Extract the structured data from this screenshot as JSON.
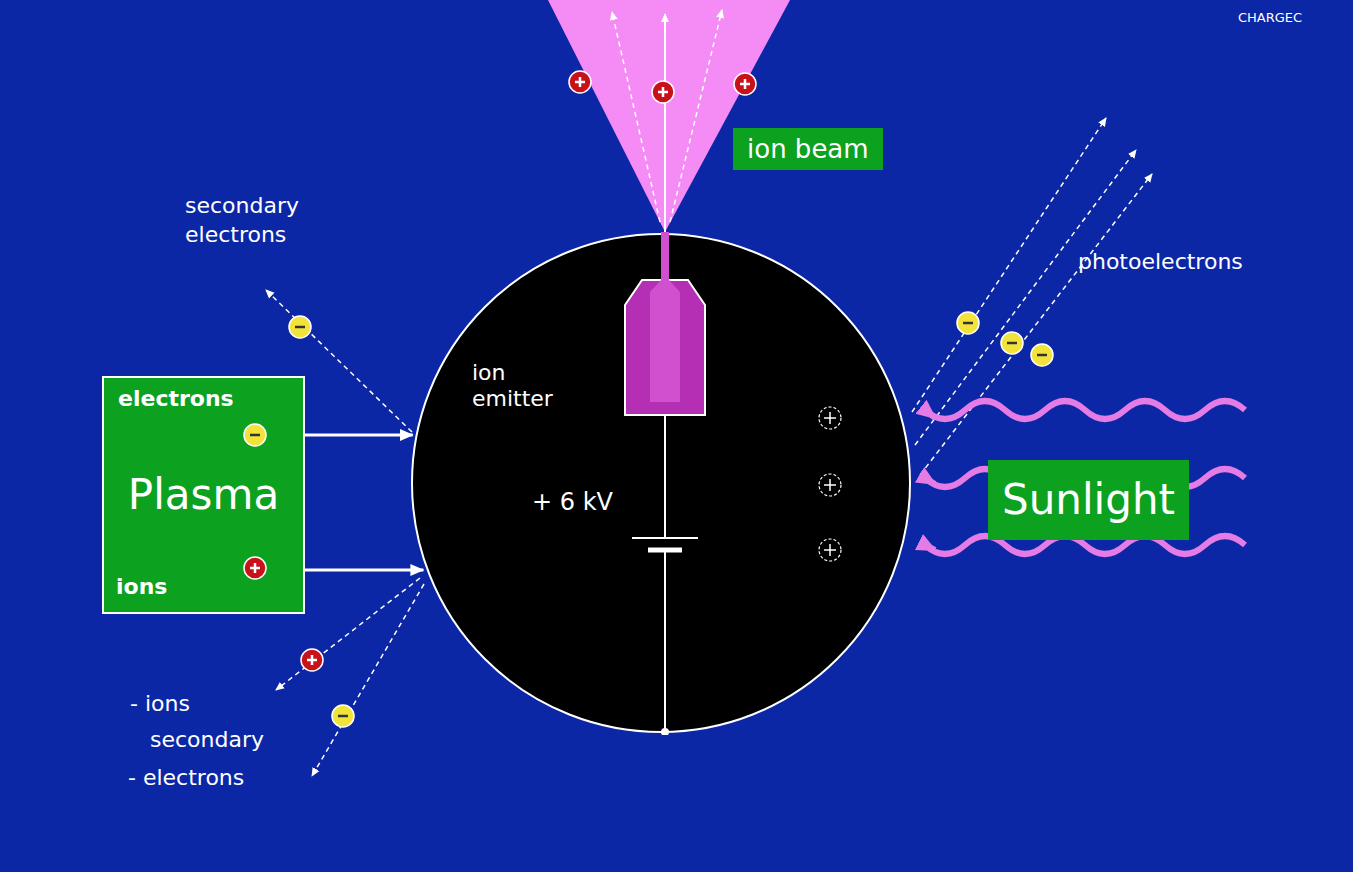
{
  "diagram": {
    "nodes": [
      {
        "text": [
          "ion beam"
        ]
      },
      {
        "text": [
          "electrons",
          "Plasma",
          "ions"
        ]
      },
      {
        "text": [
          "ion emitter",
          "+ 6 kV"
        ]
      },
      {
        "text": [
          "Sunlight"
        ]
      }
    ],
    "edges": [
      {
        "from": 1,
        "to": 2,
        "arrow": "to"
      },
      {
        "from": 1,
        "to": 2,
        "arrow": "to"
      }
    ],
    "labels": [
      "CHARGEC",
      "secondary electrons",
      "photoelectrons",
      "- ions",
      "secondary",
      "- electrons"
    ]
  }
}
